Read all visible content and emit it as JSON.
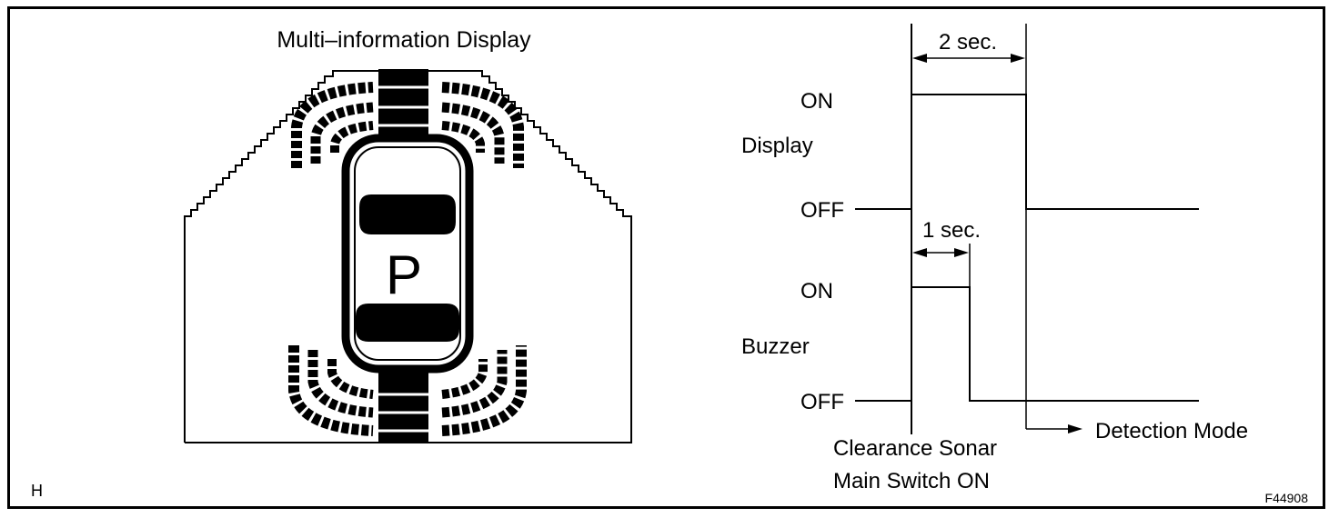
{
  "display_title": "Multi–information Display",
  "gear_letter": "P",
  "timing": {
    "display_on": "ON",
    "display_label": "Display",
    "display_off": "OFF",
    "buzzer_on": "ON",
    "buzzer_label": "Buzzer",
    "buzzer_off": "OFF",
    "two_sec": "2 sec.",
    "one_sec": "1 sec.",
    "detection_mode": "Detection Mode",
    "trigger_line1": "Clearance Sonar",
    "trigger_line2": "Main Switch ON"
  },
  "corner_letter": "H",
  "figure_code": "F44908",
  "colors": {
    "ink": "#000000",
    "paper": "#ffffff"
  }
}
